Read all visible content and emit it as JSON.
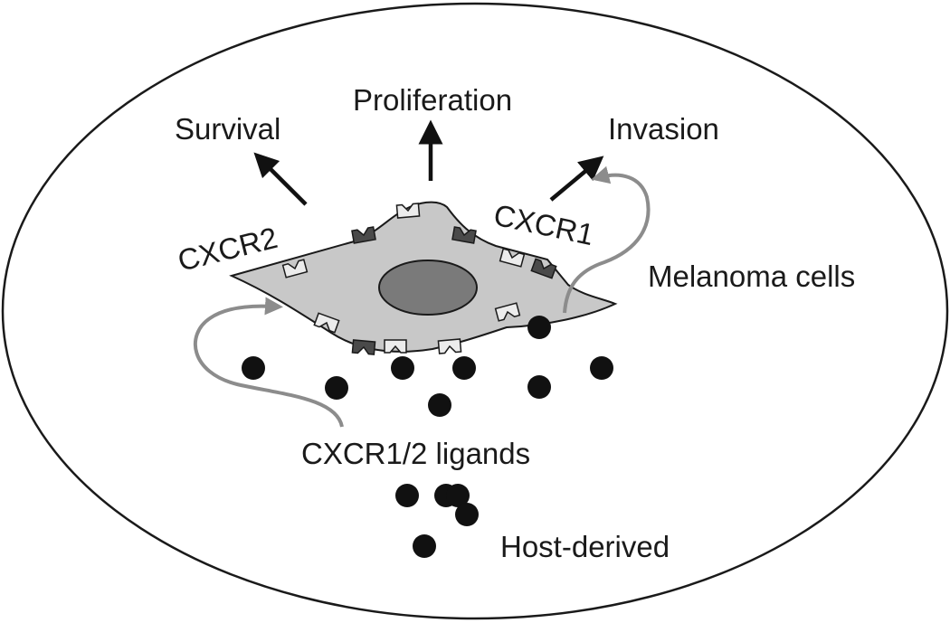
{
  "labels": {
    "survival": "Survival",
    "proliferation": "Proliferation",
    "invasion": "Invasion",
    "cxcr2": "CXCR2",
    "cxcr1": "CXCR1",
    "melanoma": "Melanoma cells",
    "ligands": "CXCR1/2 ligands",
    "host": "Host-derived"
  },
  "colors": {
    "outline": "#1a1a1a",
    "cell_fill": "#c8c8c8",
    "nucleus_fill": "#7a7a7a",
    "receptor_dark": "#4a4a4a",
    "receptor_light": "#ececec",
    "pathway_arrow": "#8c8c8c",
    "ligand": "#111111"
  },
  "icons": {
    "effect_arrow": "black-arrow-icon",
    "pathway": "gray-curved-arrow-icon",
    "receptor": "receptor-notch-icon",
    "ligand": "ligand-dot-icon"
  }
}
